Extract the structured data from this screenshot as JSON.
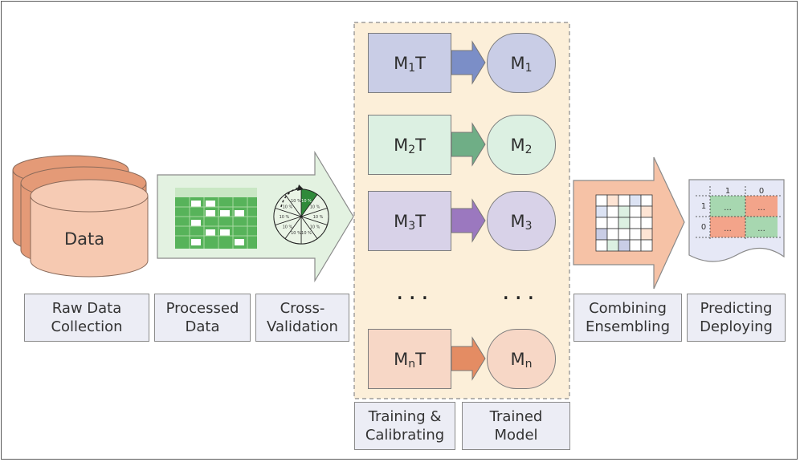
{
  "data_store": {
    "label": "Data"
  },
  "models": [
    {
      "train": {
        "base": "M",
        "sub": "1",
        "suffix": "T"
      },
      "model": {
        "base": "M",
        "sub": "1"
      },
      "box": "#c9cde6",
      "arrow": "#7b8ec7",
      "node": "#c9cde6"
    },
    {
      "train": {
        "base": "M",
        "sub": "2",
        "suffix": "T"
      },
      "model": {
        "base": "M",
        "sub": "2"
      },
      "box": "#dcf0e2",
      "arrow": "#6fae86",
      "node": "#dcf0e2"
    },
    {
      "train": {
        "base": "M",
        "sub": "3",
        "suffix": "T"
      },
      "model": {
        "base": "M",
        "sub": "3"
      },
      "box": "#d8d2e8",
      "arrow": "#9b78bf",
      "node": "#d8d2e8"
    },
    {
      "train": {
        "base": "M",
        "sub": "n",
        "suffix": "T"
      },
      "model": {
        "base": "M",
        "sub": "n"
      },
      "box": "#f7d7c6",
      "arrow": "#e48c63",
      "node": "#f7d7c6"
    }
  ],
  "ellipsis": "...",
  "pie_label": "10 %",
  "stages": [
    {
      "id": "raw",
      "text": "Raw Data\nCollection"
    },
    {
      "id": "processed",
      "text": "Processed\nData"
    },
    {
      "id": "cv",
      "text": "Cross-\nValidation"
    },
    {
      "id": "training",
      "text": "Training &\nCalibrating"
    },
    {
      "id": "trained",
      "text": "Trained\nModel"
    },
    {
      "id": "combining",
      "text": "Combining\nEnsembling"
    },
    {
      "id": "predicting",
      "text": "Predicting\nDeploying"
    }
  ],
  "confusion": {
    "col_headers": [
      "1",
      "0"
    ],
    "row_headers": [
      "1",
      "0"
    ],
    "cell": "..."
  },
  "colors": {
    "cylinder_top": "#e49a77",
    "cylinder_front": "#f6c9b1",
    "green_arrow": "#e2f1e1",
    "orange_arrow": "#f6c2a6",
    "panel": "#fcefd9"
  }
}
